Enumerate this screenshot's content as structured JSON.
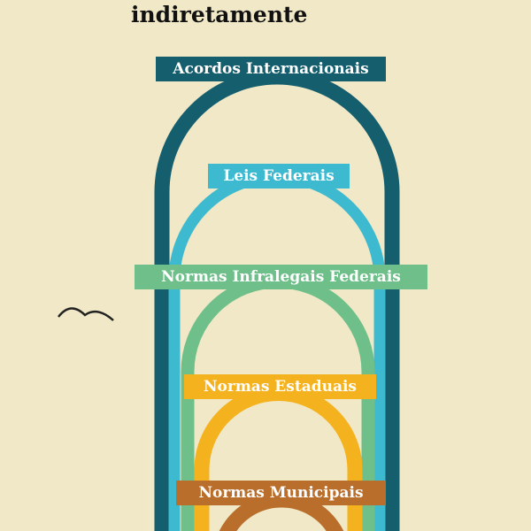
{
  "title": "indiretamente",
  "levels": [
    {
      "label": "Acordos Internacionais",
      "color": "#145e6e"
    },
    {
      "label": "Leis Federais",
      "color": "#3dbad0"
    },
    {
      "label": "Normas Infralegais Federais",
      "color": "#6fbf8a"
    },
    {
      "label": "Normas Estaduais",
      "color": "#f5b21f"
    },
    {
      "label": "Normas Municipais",
      "color": "#b96e2c"
    }
  ]
}
